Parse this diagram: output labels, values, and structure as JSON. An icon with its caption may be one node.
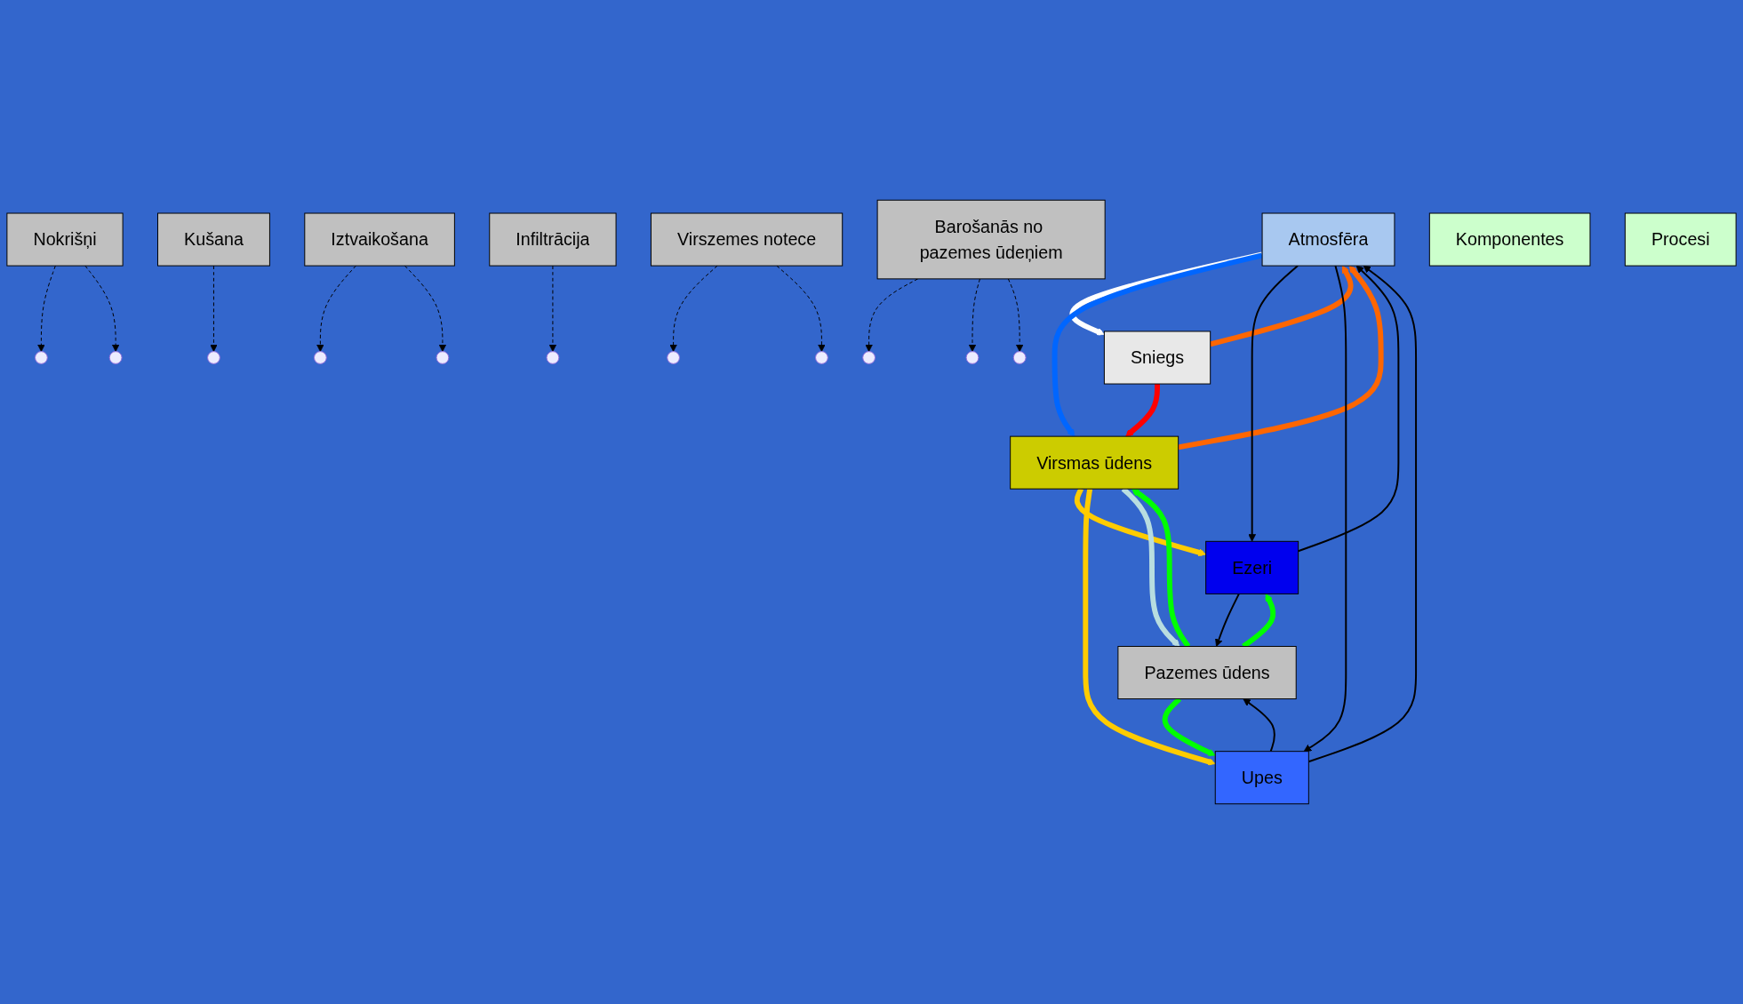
{
  "diagram": {
    "nodes": [
      {
        "text": [
          "Atmosfēra"
        ]
      },
      {
        "text": [
          "Sniegs"
        ]
      },
      {
        "text": [
          "Virsmas ūdens"
        ]
      },
      {
        "text": [
          "Pazemes ūdens"
        ]
      },
      {
        "text": [
          "Ezeri"
        ]
      },
      {
        "text": [
          "Upes"
        ]
      },
      {
        "text": [
          "Nokrišņi"
        ]
      },
      {
        "text": [
          "Iztvaikošana"
        ]
      },
      {
        "text": [
          "Infiltrācija"
        ]
      },
      {
        "text": [
          "Virszemes notece"
        ]
      },
      {
        "text": [
          "Kušana"
        ]
      },
      {
        "text": [
          "Barošanās no pazemes ūdeņiem"
        ]
      },
      {
        "text": [
          "Komponentes"
        ]
      },
      {
        "text": [
          "Procesi"
        ]
      }
    ],
    "edges": [
      {
        "from": 0,
        "to": 1,
        "arrow": "to",
        "style": "thick",
        "color": "#ffffff"
      },
      {
        "from": 1,
        "to": 0,
        "arrow": "to",
        "style": "thick",
        "color": "#ff6600"
      },
      {
        "from": 0,
        "to": 2,
        "arrow": "to",
        "style": "thick",
        "color": "#0066ff"
      },
      {
        "from": 2,
        "to": 0,
        "arrow": "to",
        "style": "thick",
        "color": "#ff6600"
      },
      {
        "from": 0,
        "to": 4,
        "arrow": "to"
      },
      {
        "from": 4,
        "to": 0,
        "arrow": "to"
      },
      {
        "from": 5,
        "to": 0,
        "arrow": "to"
      },
      {
        "from": 0,
        "to": 5,
        "arrow": "to"
      },
      {
        "from": 1,
        "to": 2,
        "arrow": "to",
        "style": "thick",
        "color": "#ff0000"
      },
      {
        "from": 2,
        "to": 4,
        "arrow": "to",
        "style": "thick",
        "color": "#ffcc00"
      },
      {
        "from": 2,
        "to": 5,
        "arrow": "to",
        "style": "thick",
        "color": "#ffcc00"
      },
      {
        "from": 2,
        "to": 3,
        "arrow": "to",
        "style": "thick",
        "color": "#b8dde0"
      },
      {
        "from": 3,
        "to": 2,
        "arrow": "to",
        "style": "thick",
        "color": "#00ff00"
      },
      {
        "from": 3,
        "to": 5,
        "arrow": "to",
        "style": "thick",
        "color": "#00ff00"
      },
      {
        "from": 5,
        "to": 3,
        "arrow": "to"
      },
      {
        "from": 4,
        "to": 3,
        "arrow": "to"
      },
      {
        "from": 3,
        "to": 4,
        "arrow": "to",
        "style": "thick",
        "color": "#00ff00"
      },
      {
        "from": 6,
        "to": null,
        "arrow": "to",
        "style": "dashed"
      },
      {
        "from": 6,
        "to": null,
        "arrow": "to",
        "style": "dashed"
      },
      {
        "from": 10,
        "to": null,
        "arrow": "to",
        "style": "dashed"
      },
      {
        "from": 7,
        "to": null,
        "arrow": "to",
        "style": "dashed"
      },
      {
        "from": 7,
        "to": null,
        "arrow": "to",
        "style": "dashed"
      },
      {
        "from": 8,
        "to": null,
        "arrow": "to",
        "style": "dashed"
      },
      {
        "from": 11,
        "to": null,
        "arrow": "to",
        "style": "dashed"
      },
      {
        "from": 9,
        "to": null,
        "arrow": "to",
        "style": "dashed"
      },
      {
        "from": 9,
        "to": null,
        "arrow": "to",
        "style": "dashed"
      },
      {
        "from": 11,
        "to": null,
        "arrow": "to",
        "style": "dashed"
      },
      {
        "from": 11,
        "to": null,
        "arrow": "to",
        "style": "dashed"
      }
    ]
  }
}
